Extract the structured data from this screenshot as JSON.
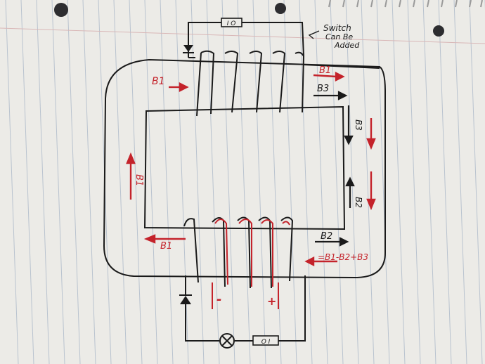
{
  "note": {
    "line1": "Switch",
    "line2": "Can Be",
    "line3": "Added"
  },
  "top_component_label": "I O",
  "bottom_component_label": "O I",
  "labels": {
    "b1_top": "B1",
    "b1_top_right": "B1",
    "b3_top_right": "B3",
    "b3_right_vertical": "B3",
    "b2_right_vertical": "B2",
    "b1_left": "B1",
    "b1_bottom_left": "B1",
    "b2_bottom_right": "B2",
    "equation": "=B1-B2+B3",
    "minus": "-",
    "plus": "+"
  },
  "colors": {
    "ink": "#1a1a1a",
    "red": "#c4232b",
    "paper": "#ecebe7",
    "rule": "#b9c3cf",
    "margin": "#d9b7b7"
  }
}
